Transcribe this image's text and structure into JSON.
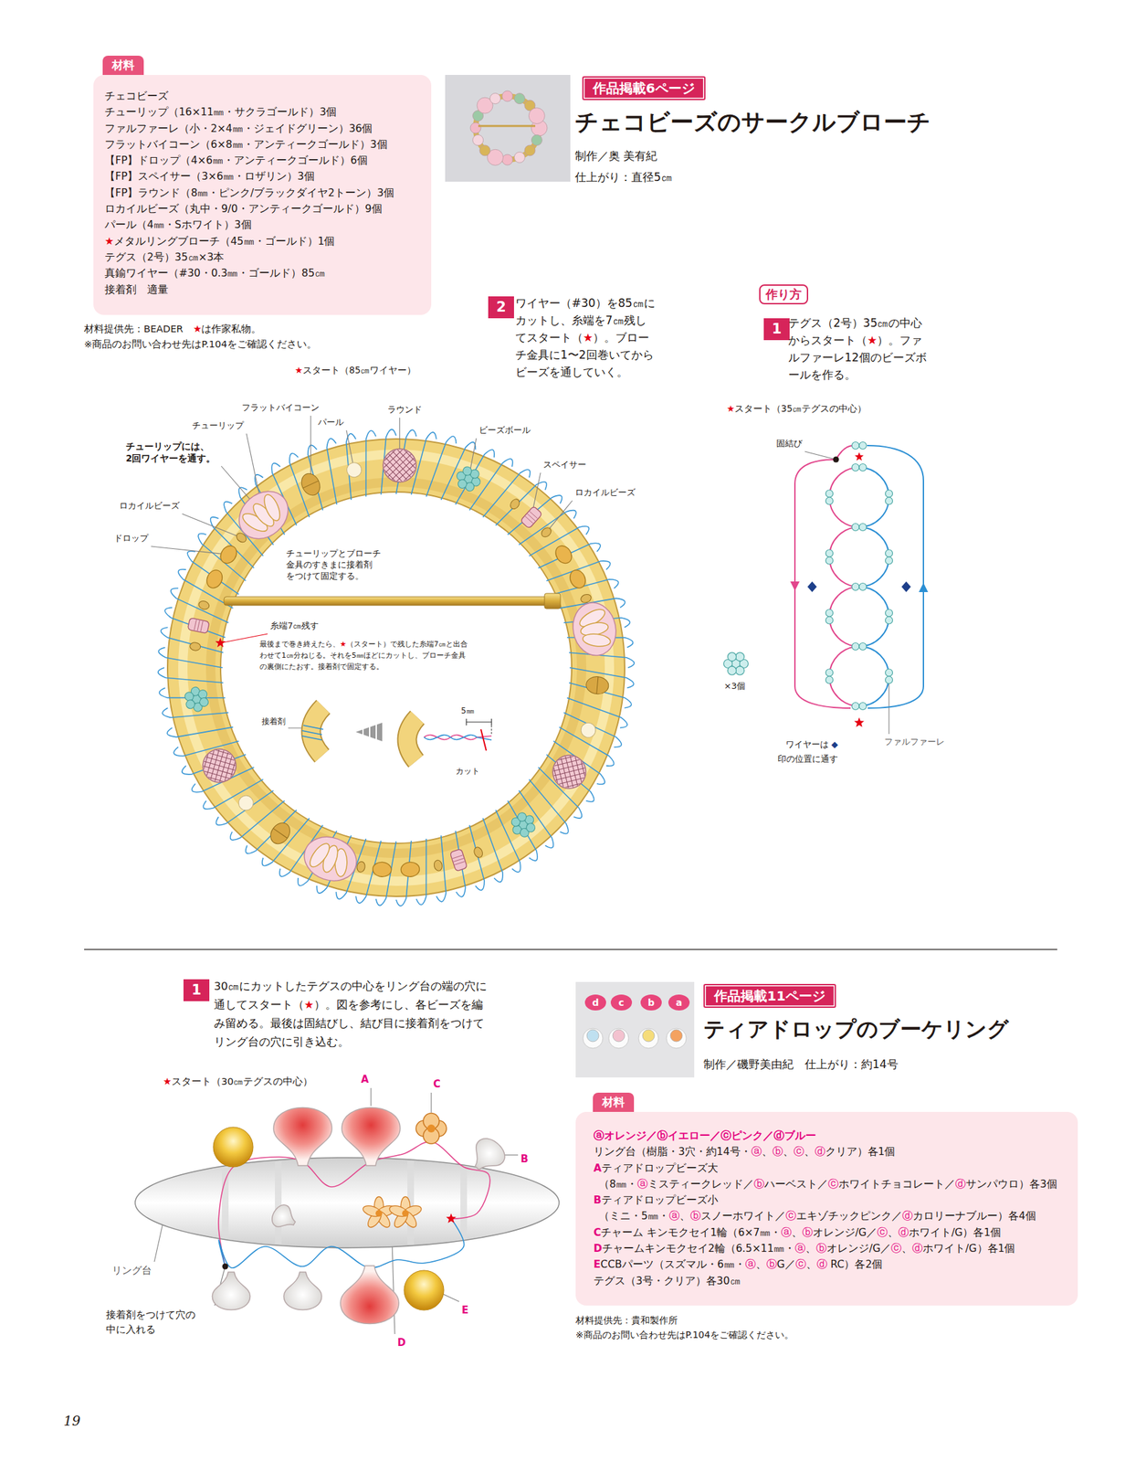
{
  "diagram": {
    "nodes": [
      {
        "text": [
          "材料",
          "チェコビーズ",
          "チューリップ（16×11㎜・サクラゴールド）3個",
          "ファルファーレ（小・2×4㎜・ジェイドグリーン）36個",
          "フラットバイコーン（6×8㎜・アンティークゴールド）3個",
          "【FP】ドロップ（4×6㎜・アンティークゴールド）6個",
          "【FP】スペイサー（3×6㎜・ロザリン）3個",
          "【FP】ラウンド（8㎜・ピンク/ブラックダイヤ2トーン）3個",
          "ロカイルビーズ（丸中・9/0・アンティークゴールド）9個",
          "パール（4㎜・Sホワイト）3個",
          "★メタルリングブローチ（45㎜・ゴールド）1個",
          "テグス（2号）35㎝×3本",
          "真鍮ワイヤー（#30・0.3㎜・ゴールド）85㎝",
          "接着剤　適量"
        ]
      },
      {
        "text": [
          "作品掲載6ページ"
        ]
      },
      {
        "text": [
          "2"
        ]
      },
      {
        "text": [
          "作り方"
        ]
      },
      {
        "text": [
          "1"
        ]
      },
      {
        "text": [
          "1"
        ]
      },
      {
        "text": [
          "d"
        ]
      },
      {
        "text": [
          "c"
        ]
      },
      {
        "text": [
          "b"
        ]
      },
      {
        "text": [
          "a"
        ]
      },
      {
        "text": [
          "作品掲載11ページ"
        ]
      },
      {
        "text": [
          "材料",
          "ⓐオレンジ／ⓑイエロー／ⓒピンク／ⓓブルー",
          "リング台（樹脂・3穴・約14号・ⓐ、ⓑ、ⓒ、ⓓクリア）各1個",
          "Aティアドロップビーズ大",
          "（8㎜・ⓐミスティークレッド／ⓑハーベスト／ⓒホワイトチョコレート／ⓓサンパウロ）各3個",
          "Bティアドロップビーズ小",
          "（ミニ・5㎜・ⓐ、ⓑスノーホワイト／ⓒエキゾチックピンク／ⓓカロリーナブルー）各4個",
          "Cチャーム キンモクセイ1輪（6×7㎜・ⓐ、ⓑオレンジ/G／ⓒ、ⓓホワイト/G）各1個",
          "Dチャームキンモクセイ2輪（6.5×11㎜・ⓐ、ⓑオレンジ/G／ⓒ、ⓓホワイト/G）各1個",
          "ECCBパーツ（スズマル・6㎜・ⓐ、ⓑG／ⓒ、ⓓ RC）各2個",
          "テグス（3号・クリア）各30㎝"
        ]
      }
    ],
    "labels": [
      "材料提供先：BEADER　★は作家私物。",
      "※商品のお問い合わせ先はP.104をご確認ください。",
      "チェコビーズのサークルブローチ",
      "制作／奥 美有紀",
      "仕上がり：直径5㎝",
      "ワイヤー（#30）を85㎝にカットし、糸端を7㎝残してスタート（★）。ブローチ金具に1〜2回巻いてからビーズを通していく。",
      "テグス（2号）35㎝の中心からスタート（★）。ファルファーレ12個のビーズボールを作る。",
      "★スタート（85㎝ワイヤー）",
      "フラットバイコーン",
      "ラウンド",
      "チューリップ",
      "パール",
      "ビーズボール",
      "スペイサー",
      "ロカイルビーズ",
      "チューリップには、 2回ワイヤーを通す。",
      "ロカイルビーズ",
      "ドロップ",
      "チューリップとブローチ 金具のすきまに接着剤 をつけて固定する。",
      "糸端7㎝残す",
      "最後まで巻き終えたら、★（スタート）で残した糸端7㎝と出合わせて1㎝分ねじる。それを5㎜ほどにカットし、ブローチ金具の裏側にたおす。接着剤で固定する。",
      "接着剤",
      "5㎜",
      "カット",
      "★スタート（35㎝テグスの中心）",
      "固結び",
      "×3個",
      "ワイヤーは ◆印の位置に通す",
      "ファルファーレ",
      "30㎝にカットしたテグスの中心をリング台の端の穴に通してスタート（★）。図を参考にし、各ビーズを編み留める。最後は固結びし、結び目に接着剤をつけてリング台の穴に引き込む。",
      "★スタート（30㎝テグスの中心）",
      "A",
      "C",
      "B",
      "リング台",
      "接着剤をつけて穴の 中に入れる",
      "E",
      "D",
      "ティアドロップのブーケリング",
      "制作／磯野美由紀　仕上がり：約14号",
      "材料提供先：貴和製作所",
      "※商品のお問い合わせ先はP.104をご確認ください。",
      "19"
    ]
  }
}
